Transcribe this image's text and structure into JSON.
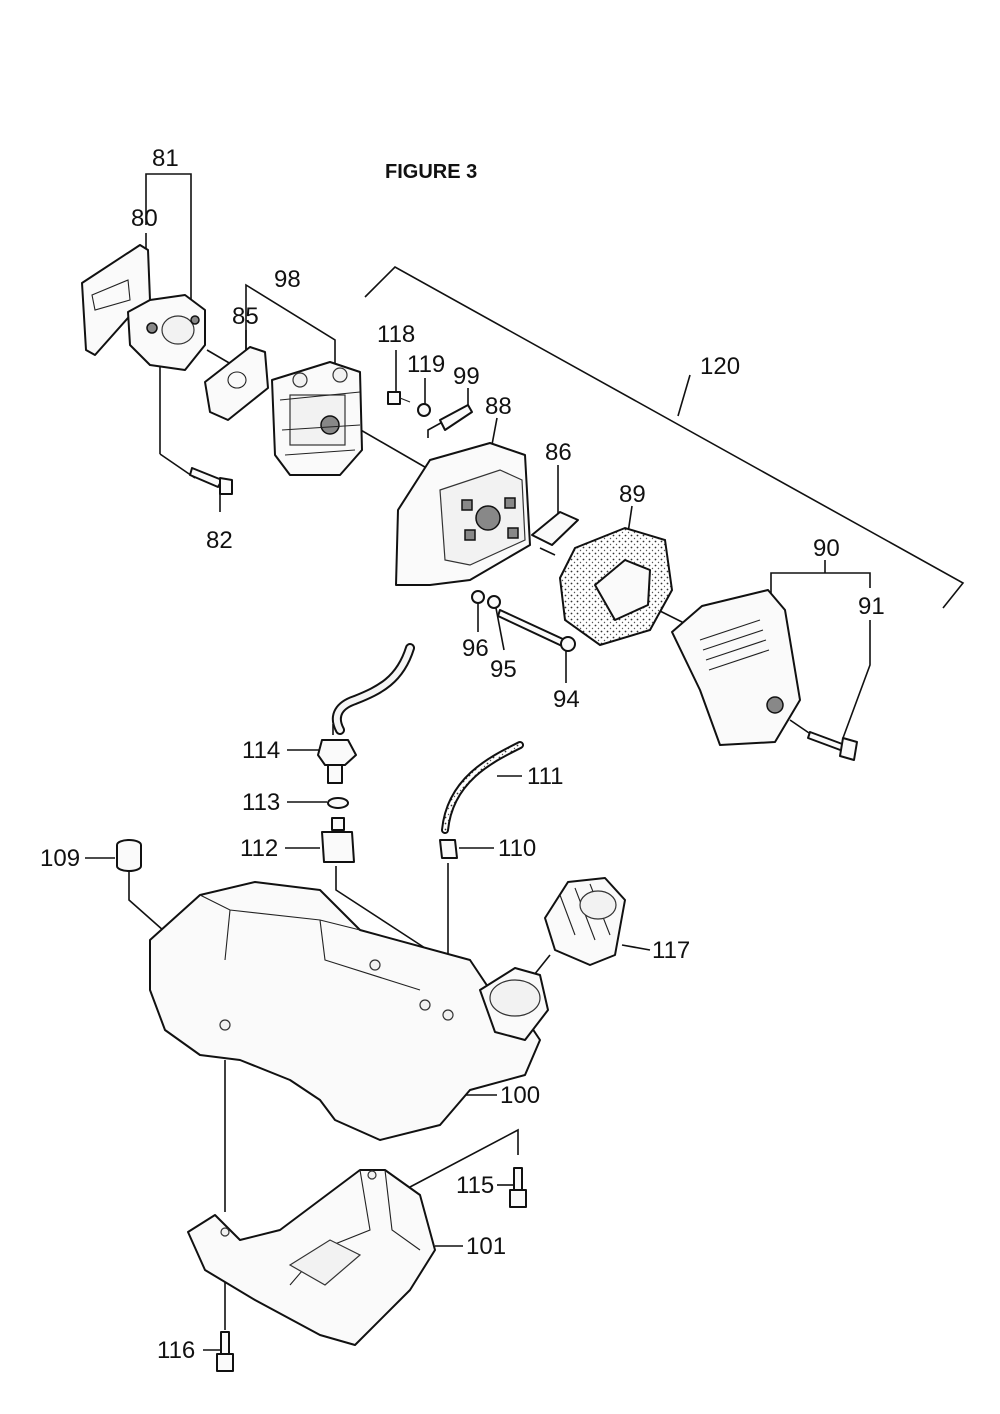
{
  "figure": {
    "title": "FIGURE 3"
  },
  "callouts": [
    {
      "id": "81",
      "label": "81"
    },
    {
      "id": "80",
      "label": "80"
    },
    {
      "id": "98",
      "label": "98"
    },
    {
      "id": "85",
      "label": "85"
    },
    {
      "id": "118",
      "label": "118"
    },
    {
      "id": "119",
      "label": "119"
    },
    {
      "id": "99",
      "label": "99"
    },
    {
      "id": "120",
      "label": "120"
    },
    {
      "id": "88",
      "label": "88"
    },
    {
      "id": "86",
      "label": "86"
    },
    {
      "id": "89",
      "label": "89"
    },
    {
      "id": "82",
      "label": "82"
    },
    {
      "id": "90",
      "label": "90"
    },
    {
      "id": "91",
      "label": "91"
    },
    {
      "id": "96",
      "label": "96"
    },
    {
      "id": "95",
      "label": "95"
    },
    {
      "id": "94",
      "label": "94"
    },
    {
      "id": "114",
      "label": "114"
    },
    {
      "id": "111",
      "label": "111"
    },
    {
      "id": "113",
      "label": "113"
    },
    {
      "id": "112",
      "label": "112"
    },
    {
      "id": "110",
      "label": "110"
    },
    {
      "id": "109",
      "label": "109"
    },
    {
      "id": "117",
      "label": "117"
    },
    {
      "id": "100",
      "label": "100"
    },
    {
      "id": "115",
      "label": "115"
    },
    {
      "id": "101",
      "label": "101"
    },
    {
      "id": "116",
      "label": "116"
    }
  ]
}
